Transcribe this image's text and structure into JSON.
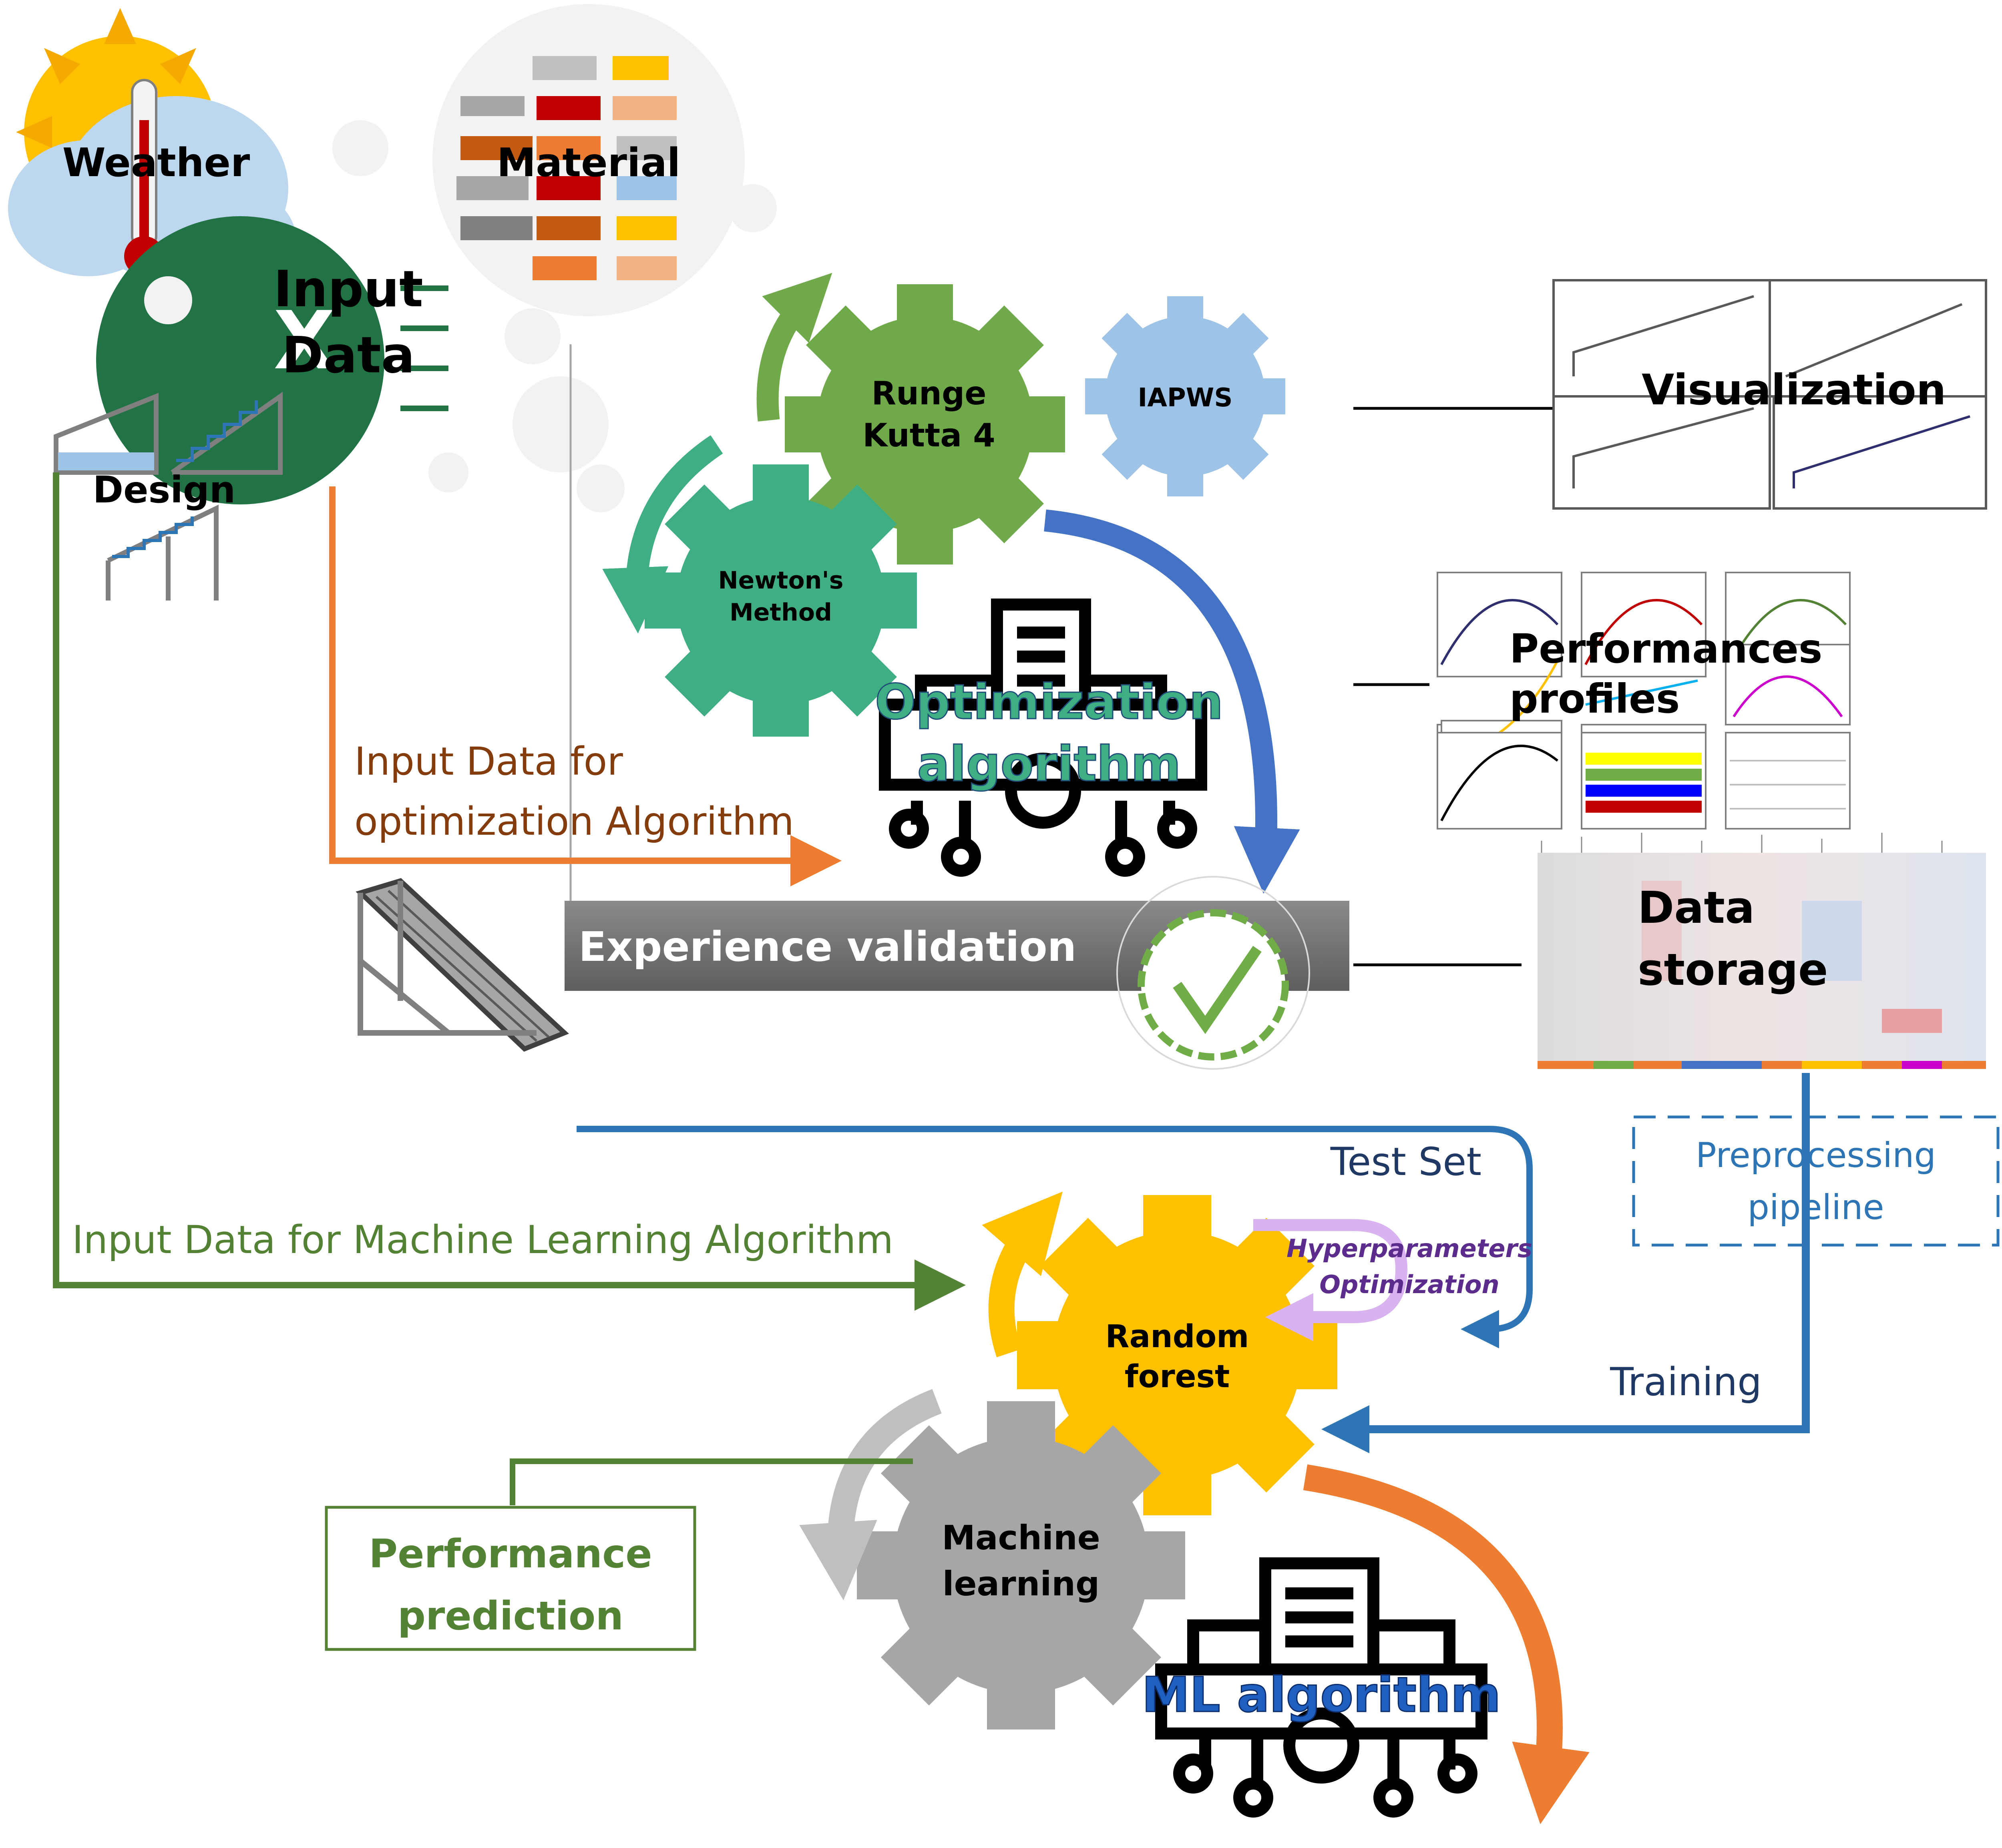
{
  "inputs": {
    "weather": "Weather",
    "material": "Material",
    "input_data_line1": "Input",
    "input_data_line2": "Data",
    "design": "Design"
  },
  "gears_top": {
    "runge_line1": "Runge",
    "runge_line2": "Kutta 4",
    "iapws": "IAPWS",
    "newton_line1": "Newton's",
    "newton_line2": "Method"
  },
  "optimization": {
    "line1": "Optimization",
    "line2": "algorithm"
  },
  "input_opt": {
    "line1": "Input Data for",
    "line2": "optimization Algorithm"
  },
  "experience_validation": "Experience validation",
  "outputs": {
    "visualization": "Visualization",
    "performances_line1": "Performances",
    "performances_line2": "profiles",
    "data_storage_line1": "Data",
    "data_storage_line2": "storage"
  },
  "ml": {
    "test_set": "Test Set",
    "preprocessing_line1": "Preprocessing",
    "preprocessing_line2": "pipeline",
    "input_ml": "Input Data for Machine Learning Algorithm",
    "hyper_line1": "Hyperparameters",
    "hyper_line2": "Optimization",
    "rf_line1": "Random",
    "rf_line2": "forest",
    "training": "Training",
    "ml_line1": "Machine",
    "ml_line2": "learning",
    "perf_pred_line1": "Performance",
    "perf_pred_line2": "prediction",
    "ml_algorithm": "ML algorithm"
  },
  "colors": {
    "orange": "#ed7d31",
    "green_line": "#548235",
    "blue_line": "#2e75b6",
    "runge_green": "#70a94a",
    "newton_teal": "#3fae82",
    "iapws_blue": "#9dc3e6",
    "rf_yellow": "#ffc000",
    "ml_gray": "#a6a6a6",
    "dark_blue_text": "#1f3864",
    "brown_text": "#843c0c"
  }
}
